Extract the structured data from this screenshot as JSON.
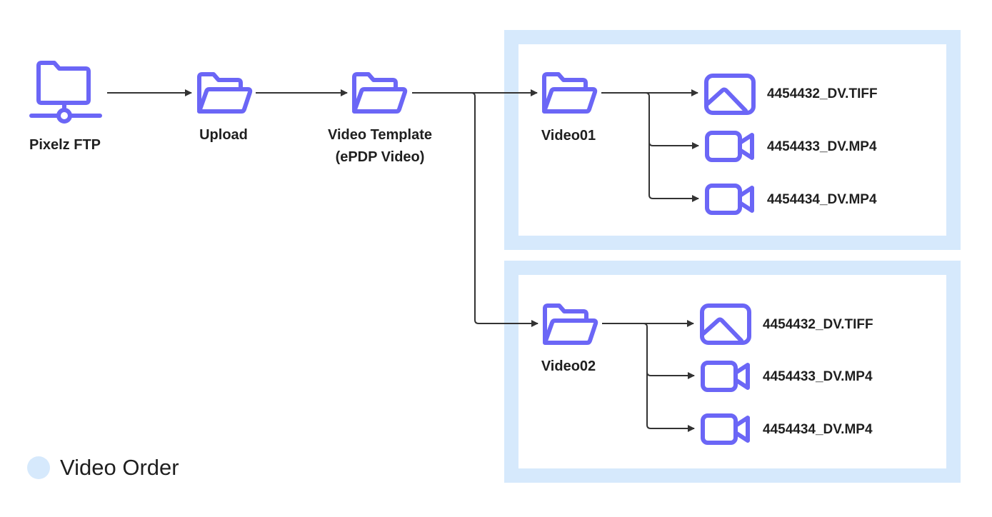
{
  "colors": {
    "icon": "#6b66f6",
    "group_border": "#d6e9fc",
    "arrow": "#333333",
    "text": "#1f1f1f"
  },
  "nodes": {
    "ftp": {
      "label": "Pixelz FTP",
      "icon": "network-folder-icon"
    },
    "upload": {
      "label": "Upload",
      "icon": "folder-open-icon"
    },
    "template": {
      "label_line1": "Video Template",
      "label_line2": "(ePDP Video)",
      "icon": "folder-open-icon"
    },
    "video01": {
      "label": "Video01",
      "icon": "folder-open-icon"
    },
    "video02": {
      "label": "Video02",
      "icon": "folder-open-icon"
    }
  },
  "groups": [
    {
      "folder": "Video01",
      "files": [
        {
          "name": "4454432_DV.TIFF",
          "icon": "image-icon"
        },
        {
          "name": "4454433_DV.MP4",
          "icon": "video-camera-icon"
        },
        {
          "name": "4454434_DV.MP4",
          "icon": "video-camera-icon"
        }
      ]
    },
    {
      "folder": "Video02",
      "files": [
        {
          "name": "4454432_DV.TIFF",
          "icon": "image-icon"
        },
        {
          "name": "4454433_DV.MP4",
          "icon": "video-camera-icon"
        },
        {
          "name": "4454434_DV.MP4",
          "icon": "video-camera-icon"
        }
      ]
    }
  ],
  "legend": {
    "label": "Video Order"
  }
}
